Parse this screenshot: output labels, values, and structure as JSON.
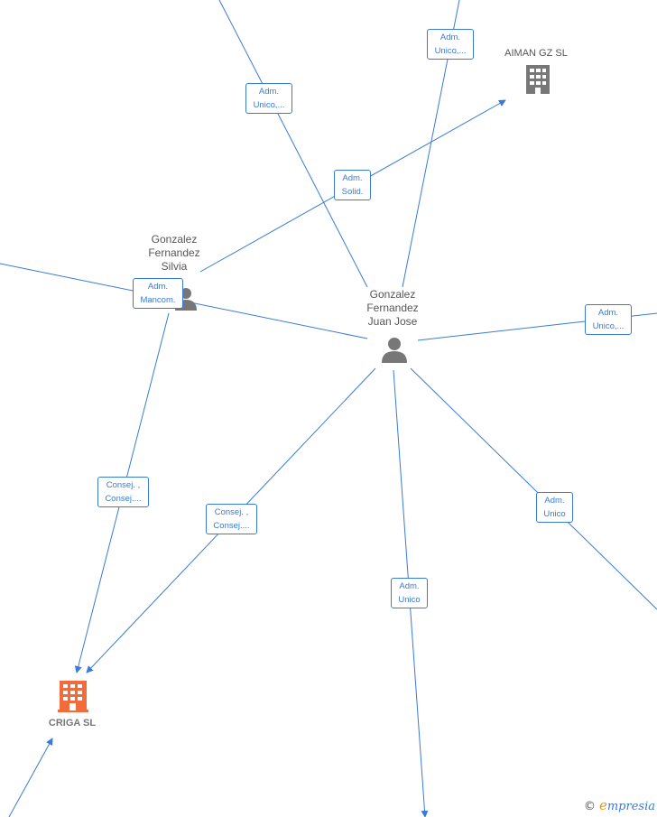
{
  "nodes": {
    "aiman": {
      "label": "AIMAN GZ SL",
      "type": "company",
      "color": "#777777"
    },
    "silvia": {
      "label": "Gonzalez\nFernandez\nSilvia",
      "type": "person",
      "color": "#777777"
    },
    "juan": {
      "label": "Gonzalez\nFernandez\nJuan Jose",
      "type": "person",
      "color": "#777777"
    },
    "criga": {
      "label": "CRIGA  SL",
      "type": "company",
      "color": "#f26b3a"
    }
  },
  "roles": [
    {
      "id": "r1",
      "label": "Adm.\nUnico,..."
    },
    {
      "id": "r2",
      "label": "Adm.\nUnico,..."
    },
    {
      "id": "r3",
      "label": "Adm.\nSolid."
    },
    {
      "id": "r4",
      "label": "Adm.\nMancom."
    },
    {
      "id": "r5",
      "label": "Adm.\nUnico,..."
    },
    {
      "id": "r6",
      "label": "Consej. ,\nConsej...."
    },
    {
      "id": "r7",
      "label": "Consej. ,\nConsej...."
    },
    {
      "id": "r8",
      "label": "Adm.\nUnico"
    },
    {
      "id": "r9",
      "label": "Adm.\nUnico"
    }
  ],
  "credit": {
    "copyright": "©",
    "brand_initial": "e",
    "brand_rest": "mpresia"
  },
  "colors": {
    "edge": "#3a7bd5",
    "person_icon": "#777777",
    "company_icon": "#777777",
    "focus_company": "#f26b3a"
  }
}
